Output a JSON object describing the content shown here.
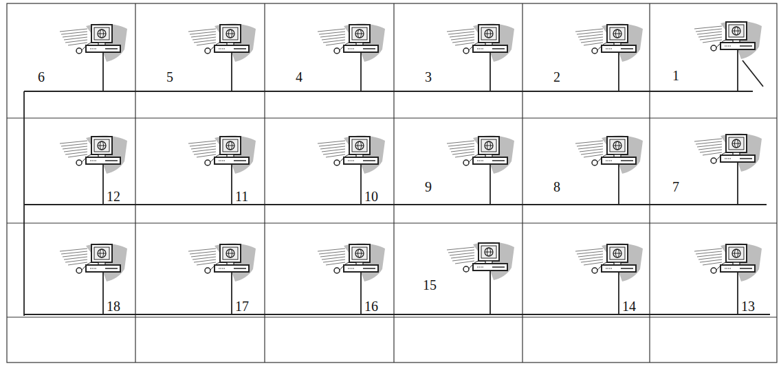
{
  "diagram": {
    "labels": [
      "6",
      "5",
      "4",
      "3",
      "2",
      "1",
      "12",
      "11",
      "10",
      "9",
      "8",
      "7",
      "18",
      "17",
      "16",
      "15",
      "14",
      "13"
    ]
  }
}
